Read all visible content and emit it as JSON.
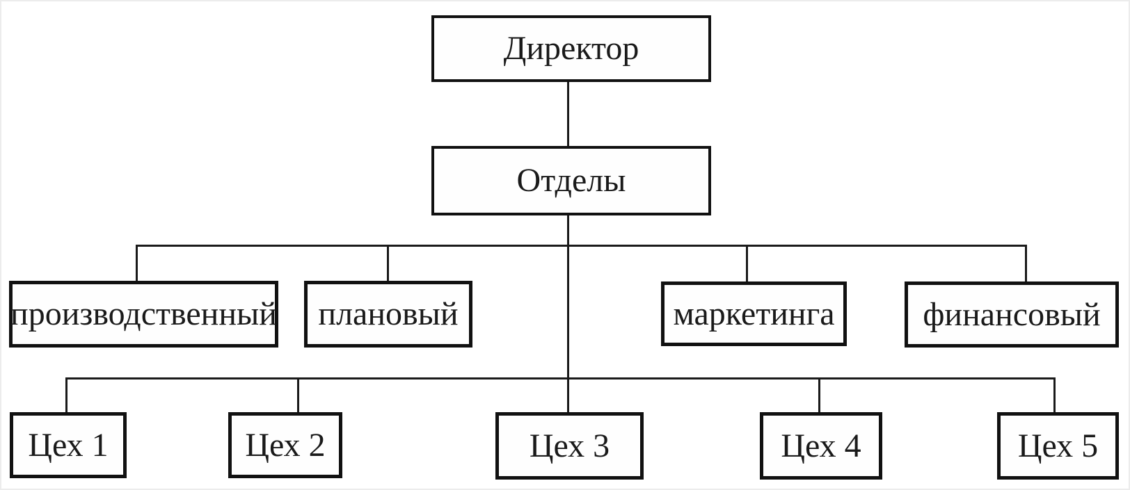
{
  "diagram": {
    "type": "org-chart",
    "root": {
      "label": "Директор"
    },
    "hub": {
      "label": "Отделы"
    },
    "departments": [
      {
        "label": "производственный"
      },
      {
        "label": "плановый"
      },
      {
        "label": "маркетинга"
      },
      {
        "label": "финансовый"
      }
    ],
    "workshops": [
      {
        "label": "Цех 1"
      },
      {
        "label": "Цех 2"
      },
      {
        "label": "Цех 3"
      },
      {
        "label": "Цех 4"
      },
      {
        "label": "Цех 5"
      }
    ],
    "edges": [
      {
        "from": "Директор",
        "to": "Отделы"
      },
      {
        "from": "Отделы",
        "to": "производственный"
      },
      {
        "from": "Отделы",
        "to": "плановый"
      },
      {
        "from": "Отделы",
        "to": "маркетинга"
      },
      {
        "from": "Отделы",
        "to": "финансовый"
      },
      {
        "from": "Отделы",
        "to": "Цех 1"
      },
      {
        "from": "Отделы",
        "to": "Цех 2"
      },
      {
        "from": "Отделы",
        "to": "Цех 3"
      },
      {
        "from": "Отделы",
        "to": "Цех 4"
      },
      {
        "from": "Отделы",
        "to": "Цех 5"
      }
    ],
    "colors": {
      "line": "#1a1a1a",
      "box_border": "#111111",
      "box_fill": "#fefefe",
      "background": "#ffffff",
      "text": "#1a1a1a"
    }
  }
}
